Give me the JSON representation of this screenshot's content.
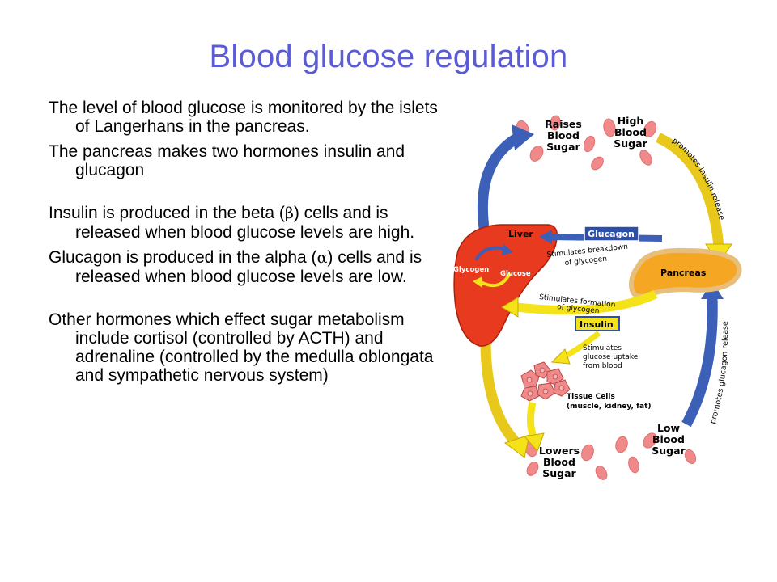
{
  "slide": {
    "title": "Blood glucose regulation"
  },
  "body": {
    "p1": "The level of blood glucose is monitored by the islets of Langerhans in the pancreas.",
    "p2": "The pancreas makes two hormones insulin and glucagon",
    "p3_a": "Insulin is produced in the beta (",
    "p3_sym": "β",
    "p3_b": ") cells and is released when blood glucose levels are high.",
    "p4_a": "Glucagon is produced in the alpha (",
    "p4_sym": "α",
    "p4_b": ") cells and is released when blood glucose levels are low.",
    "p5": "Other hormones which effect sugar metabolism include cortisol (controlled by ACTH) and adrenaline (controlled by the medulla oblongata and sympathetic nervous system)"
  },
  "diagram": {
    "raises_1": "Raises",
    "raises_2": "Blood",
    "raises_3": "Sugar",
    "high_1": "High",
    "high_2": "Blood",
    "high_3": "Sugar",
    "lowers_1": "Lowers",
    "lowers_2": "Blood",
    "lowers_3": "Sugar",
    "low_1": "Low",
    "low_2": "Blood",
    "low_3": "Sugar",
    "liver": "Liver",
    "glycogen": "Glycogen",
    "glucose": "Glucose",
    "glucagon": "Glucagon",
    "insulin": "Insulin",
    "pancreas": "Pancreas",
    "breakdown_1": "Stimulates breakdown",
    "breakdown_2": "of glycogen",
    "formation_1": "Stimulates formation",
    "formation_2": "of glycogen",
    "uptake_1": "Stimulates",
    "uptake_2": "glucose uptake",
    "uptake_3": "from blood",
    "tissue_1": "Tissue Cells",
    "tissue_2": "(muscle, kidney, fat)",
    "promotes_insulin": "promotes insulin release",
    "promotes_glucagon": "promotes glucagon release"
  },
  "colors": {
    "title": "#5b5bd6",
    "liver": "#e83a1e",
    "pancreas": "#f5a623",
    "yellow_arrow": "#f5e31a",
    "blue_arrow": "#4a6fc4",
    "blood_cell": "#f08a8a",
    "label_box": "#2d4fa8"
  }
}
